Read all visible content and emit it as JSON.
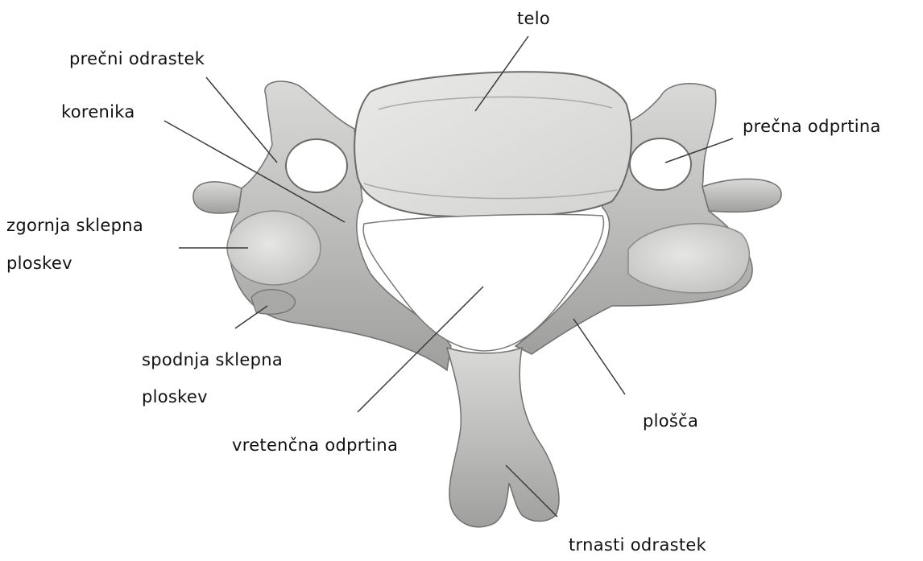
{
  "labels": {
    "telo": "telo",
    "precni_odrastek": "prečni odrastek",
    "korenika": "korenika",
    "precna_odprtina": "prečna odprtina",
    "zgornja_line1": "zgornja sklepna",
    "zgornja_line2": "ploskev",
    "spodnja_line1": "spodnja sklepna",
    "spodnja_line2": "ploskev",
    "vretencna_odprtina": "vretenčna odprtina",
    "plosca": "plošča",
    "trnasti_odrastek": "trnasti odrastek"
  },
  "colors": {
    "bone_light": "#e2e2e0",
    "bone_mid": "#c8c8c6",
    "bone_dark": "#9c9c9a",
    "outline": "#6e6e6c",
    "leader": "#3a3a3a",
    "text": "#111111"
  }
}
